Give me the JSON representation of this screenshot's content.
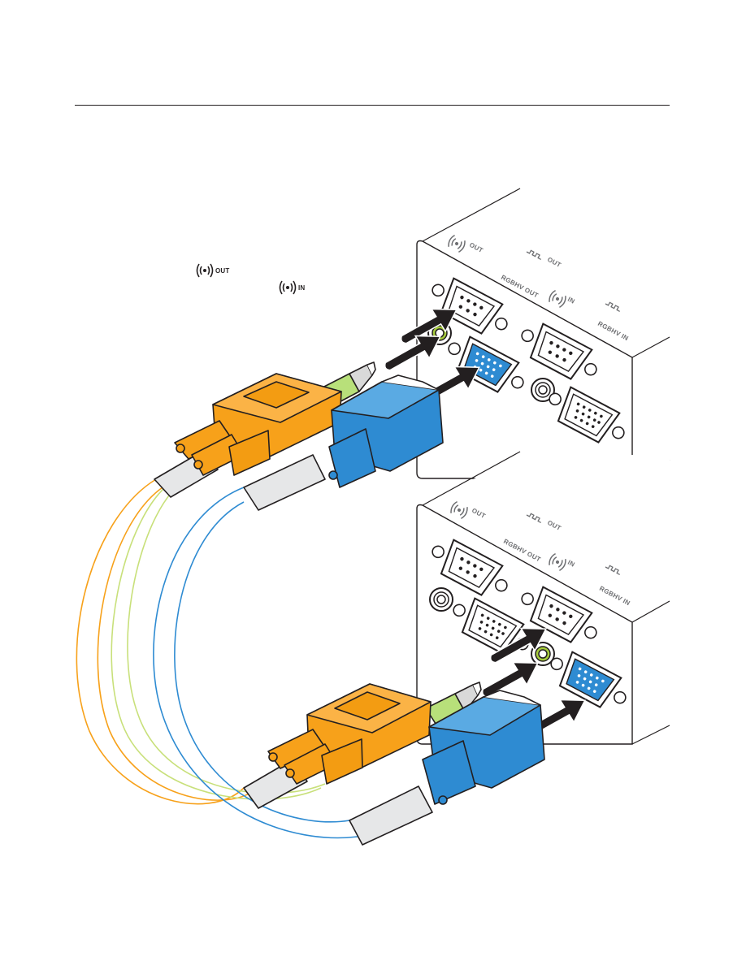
{
  "legend": {
    "audio_out_label": "OUT",
    "audio_in_label": "IN",
    "audio_icon": "audio-wave-icon"
  },
  "units": [
    {
      "name": "unit-top",
      "panel_labels": {
        "audio_out": "OUT",
        "rgbhv_out": "RGBHV OUT",
        "sync_out": "OUT",
        "audio_in": "IN",
        "rgbhv_in": "RGBHV IN"
      }
    },
    {
      "name": "unit-bottom",
      "panel_labels": {
        "audio_out": "OUT",
        "rgbhv_out": "RGBHV OUT",
        "sync_out": "OUT",
        "audio_in": "IN",
        "rgbhv_in": "RGBHV IN"
      }
    }
  ],
  "colors": {
    "serial_connector": "#f7a11a",
    "vga_connector": "#2e8bd2",
    "audio_plug": "#b8e07a",
    "audio_jack_ring": "#a6cc3c",
    "cable_sheath": "#e6e7e8",
    "outline": "#231f20",
    "arrow": "#231f20"
  }
}
